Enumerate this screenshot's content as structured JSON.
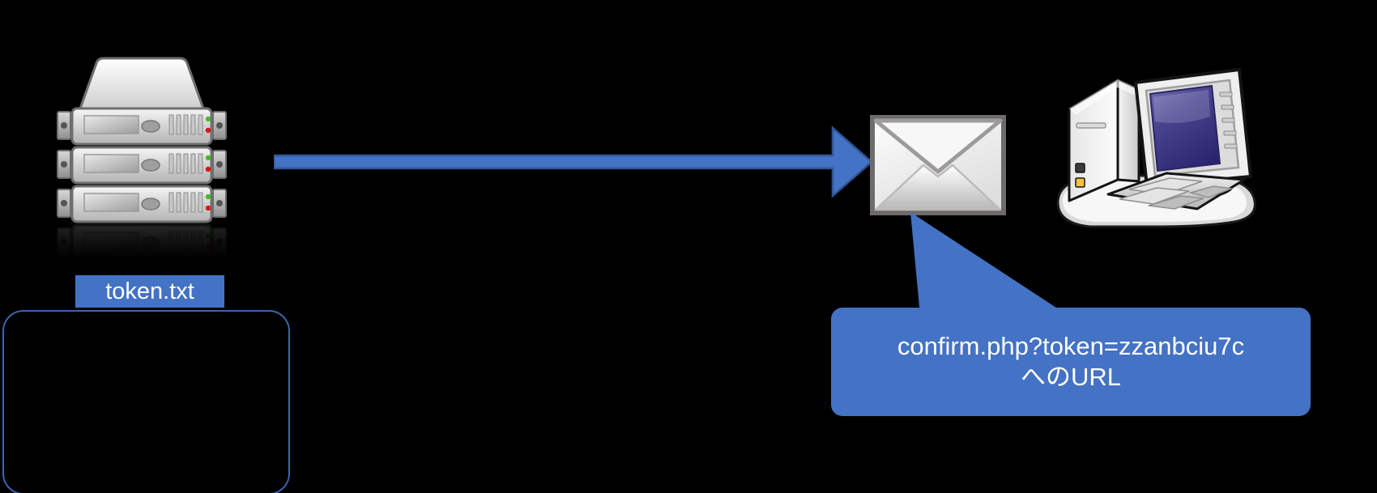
{
  "diagram": {
    "background_color": "#000000",
    "accent_color": "#4472C4",
    "accent_border_color": "#3C66B0",
    "nodes": {
      "server": {
        "icon": "server-rack-icon",
        "units": 4,
        "led_colors": [
          "#44bb22",
          "#dd1111"
        ]
      },
      "envelope": {
        "icon": "envelope-icon",
        "fill_color": "#f2f2f2",
        "border_color": "#808080"
      },
      "computer": {
        "icon": "desktop-computer-icon",
        "screen_color": "#3b3580"
      }
    },
    "arrow": {
      "icon": "right-arrow-icon",
      "direction": "right",
      "color": "#4472C4"
    },
    "token_box": {
      "label": "token.txt",
      "label_color": "#FFFFFF",
      "label_background": "#4472C4",
      "body_border_color": "#3C66B0",
      "body_fill": "#000000"
    },
    "callout": {
      "text": "confirm.php?token=zzanbciu7c\nへのURL",
      "line1": "confirm.php?token=zzanbciu7c",
      "line2": "へのURL",
      "text_color": "#FFFFFF",
      "background": "#4472C4",
      "points_at": "envelope"
    }
  }
}
